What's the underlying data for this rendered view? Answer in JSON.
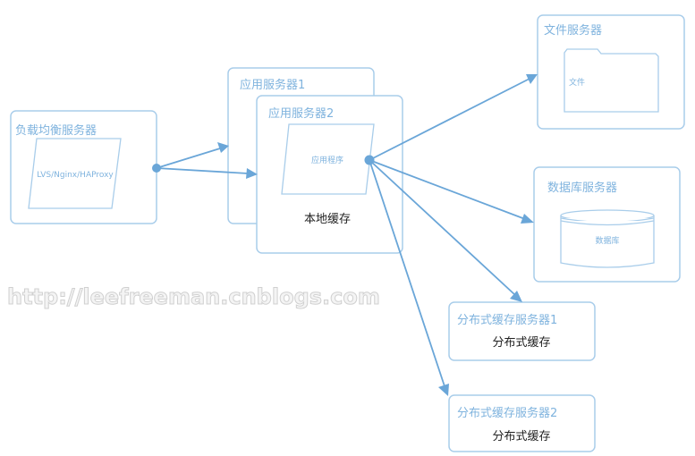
{
  "colors": {
    "accent": "#6aa6d8",
    "border": "#a9cdea",
    "text": "#7fb3de"
  },
  "load_balancer": {
    "title": "负载均衡服务器",
    "content": "LVS/Nginx/HAProxy"
  },
  "app_server_1": {
    "title": "应用服务器1"
  },
  "app_server_2": {
    "title": "应用服务器2",
    "program": "应用程序",
    "local_cache": "本地缓存"
  },
  "file_server": {
    "title": "文件服务器",
    "folder": "文件"
  },
  "db_server": {
    "title": "数据库服务器",
    "database": "数据库"
  },
  "dist_cache_1": {
    "title": "分布式缓存服务器1",
    "content": "分布式缓存"
  },
  "dist_cache_2": {
    "title": "分布式缓存服务器2",
    "content": "分布式缓存"
  },
  "watermark": "http://leefreeman.cnblogs.com"
}
